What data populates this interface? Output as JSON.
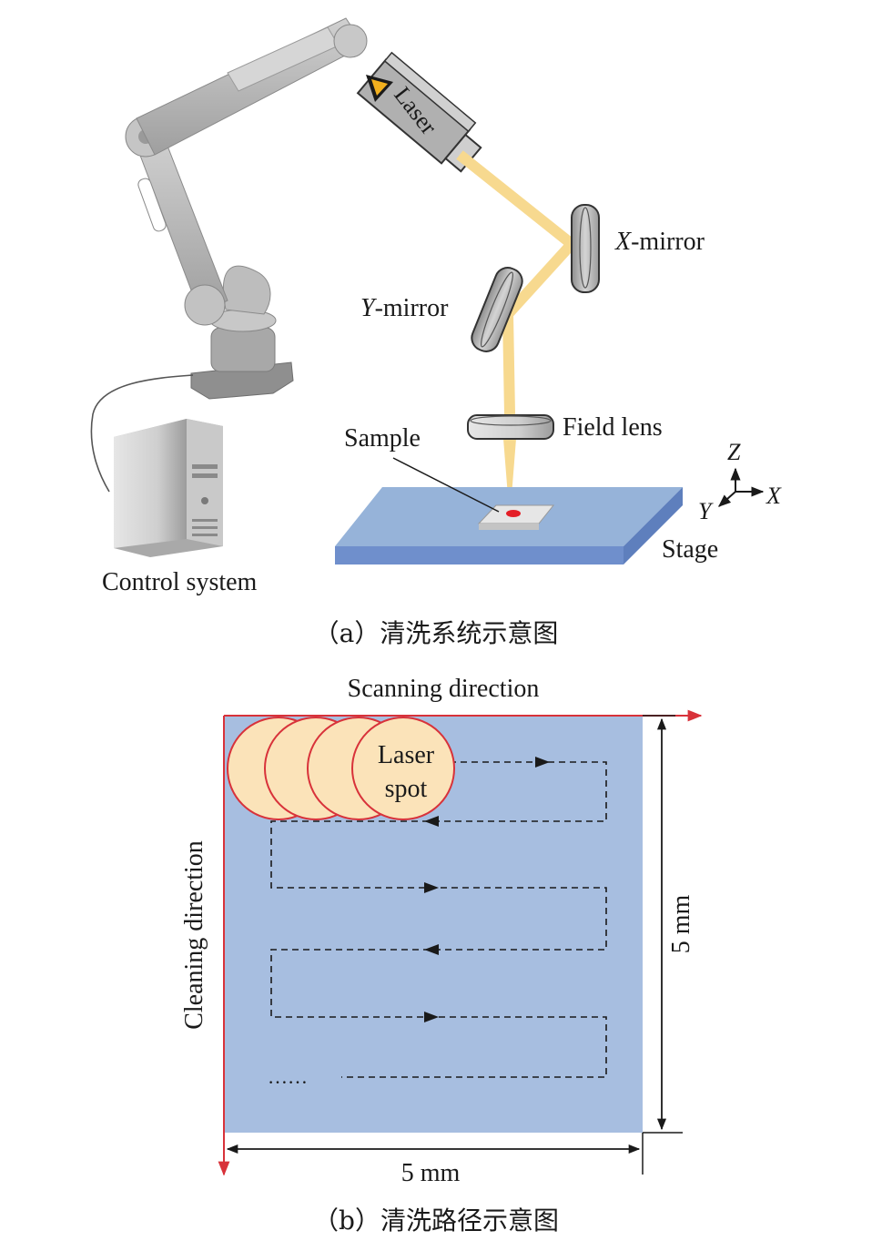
{
  "panel_a": {
    "laser_label": "Laser",
    "x_mirror_prefix": "X",
    "x_mirror_suffix": "-mirror",
    "y_mirror_prefix": "Y",
    "y_mirror_suffix": "-mirror",
    "field_lens_label": "Field lens",
    "sample_label": "Sample",
    "stage_label": "Stage",
    "control_label": "Control system",
    "axis_z": "Z",
    "axis_x": "X",
    "axis_y": "Y",
    "caption": "（a）清洗系统示意图"
  },
  "panel_b": {
    "scan_direction_label": "Scanning direction",
    "cleaning_direction_label": "Cleaning direction",
    "spot_label_line1": "Laser",
    "spot_label_line2": "spot",
    "width_label": "5 mm",
    "height_label": "5 mm",
    "ellipsis": "……",
    "caption": "（b）清洗路径示意图"
  },
  "colors": {
    "beam": "#f7d98f",
    "stage_top": "#96b3d9",
    "stage_front": "#6f8fcc",
    "area_fill": "#a7bee0",
    "spot_fill": "#fbe3b9",
    "spot_edge": "#d8323a",
    "arrow_red": "#d8323a",
    "mirror_gray": "#b8b8b8",
    "robot_gray": "#b9b9b9"
  }
}
